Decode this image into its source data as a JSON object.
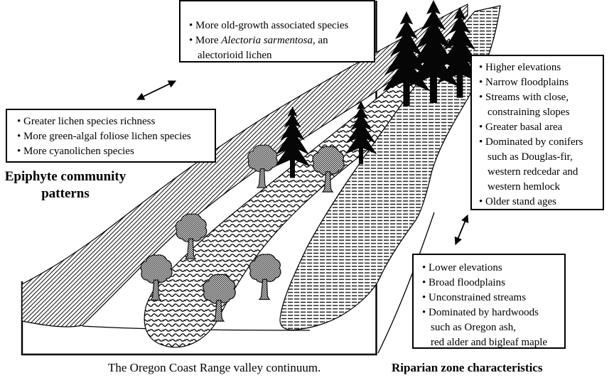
{
  "colors": {
    "ink": "#000000",
    "paper": "#ffffff"
  },
  "boxes": {
    "old_growth": {
      "items": [
        {
          "segments": [
            {
              "text": "More old-growth associated species"
            }
          ]
        },
        {
          "segments": [
            {
              "text": "More "
            },
            {
              "text": "Alectoria sarmentosa",
              "italic": true
            },
            {
              "text": ", an\nalectorioid lichen"
            }
          ]
        }
      ]
    },
    "epiphyte_richness": {
      "items": [
        {
          "segments": [
            {
              "text": "Greater lichen species richness"
            }
          ]
        },
        {
          "segments": [
            {
              "text": "More green-algal foliose lichen species"
            }
          ]
        },
        {
          "segments": [
            {
              "text": "More cyanolichen species"
            }
          ]
        }
      ]
    },
    "constrained_reach": {
      "items": [
        {
          "segments": [
            {
              "text": "Higher elevations"
            }
          ]
        },
        {
          "segments": [
            {
              "text": "Narrow floodplains"
            }
          ]
        },
        {
          "segments": [
            {
              "text": "Streams with close,\nconstraining slopes"
            }
          ]
        },
        {
          "segments": [
            {
              "text": "Greater basal area"
            }
          ]
        },
        {
          "segments": [
            {
              "text": "Dominated by conifers\nsuch as Douglas-fir,\nwestern redcedar and\nwestern hemlock"
            }
          ]
        },
        {
          "segments": [
            {
              "text": "Older stand ages"
            }
          ]
        }
      ]
    },
    "unconstrained_reach": {
      "items": [
        {
          "segments": [
            {
              "text": "Lower elevations"
            }
          ]
        },
        {
          "segments": [
            {
              "text": "Broad floodplains"
            }
          ]
        },
        {
          "segments": [
            {
              "text": "Unconstrained streams"
            }
          ]
        },
        {
          "segments": [
            {
              "text": "Dominated by hardwoods\nsuch as Oregon ash,\nred alder and bigleaf maple"
            }
          ]
        }
      ]
    }
  },
  "labels": {
    "epiphyte": "Epiphyte community\npatterns",
    "caption": "The Oregon Coast Range valley continuum.",
    "riparian": "Riparian zone characteristics"
  },
  "illustration": {
    "bands": [
      {
        "name": "hillslope-band",
        "texture": "diagonal-hatch"
      },
      {
        "name": "stream-band",
        "texture": "wavy-lines"
      },
      {
        "name": "mainstem-band",
        "texture": "horizontal-stripes"
      }
    ],
    "trees": [
      {
        "name": "conifer",
        "style": "black-silhouette",
        "count": 5
      },
      {
        "name": "hardwood",
        "style": "stippled-outline",
        "count": 6
      }
    ]
  }
}
